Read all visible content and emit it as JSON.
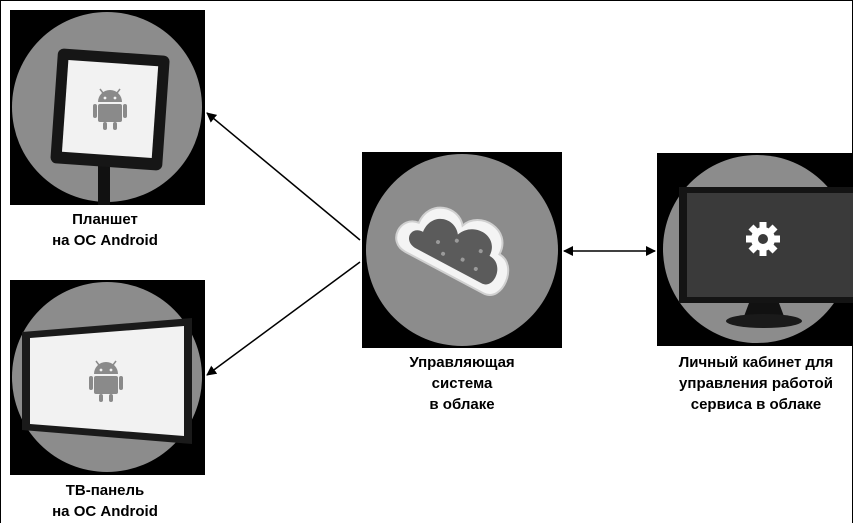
{
  "nodes": {
    "tablet": {
      "icon": "android-tablet-icon",
      "label_lines": [
        "Планшет",
        "на ОС Android"
      ]
    },
    "tv": {
      "icon": "android-tv-panel-icon",
      "label_lines": [
        "ТВ-панель",
        "на ОС Android"
      ]
    },
    "cloud": {
      "icon": "cloud-icon",
      "label_lines": [
        "Управляющая",
        "система",
        "в облаке"
      ]
    },
    "cabinet": {
      "icon": "monitor-gear-icon",
      "label_lines": [
        "Личный кабинет для",
        "управления работой",
        "сервиса в облаке"
      ]
    }
  },
  "edges": [
    {
      "from": "cloud",
      "to": "tablet",
      "direction": "forward"
    },
    {
      "from": "cloud",
      "to": "tv",
      "direction": "forward"
    },
    {
      "from": "cloud",
      "to": "cabinet",
      "direction": "both"
    }
  ],
  "colors": {
    "panel_bg": "#000000",
    "circle_fill": "#8c8c8c",
    "screen_fill": "#f2f2f2",
    "android_fill": "#8a8a8a",
    "arrow": "#000000"
  }
}
